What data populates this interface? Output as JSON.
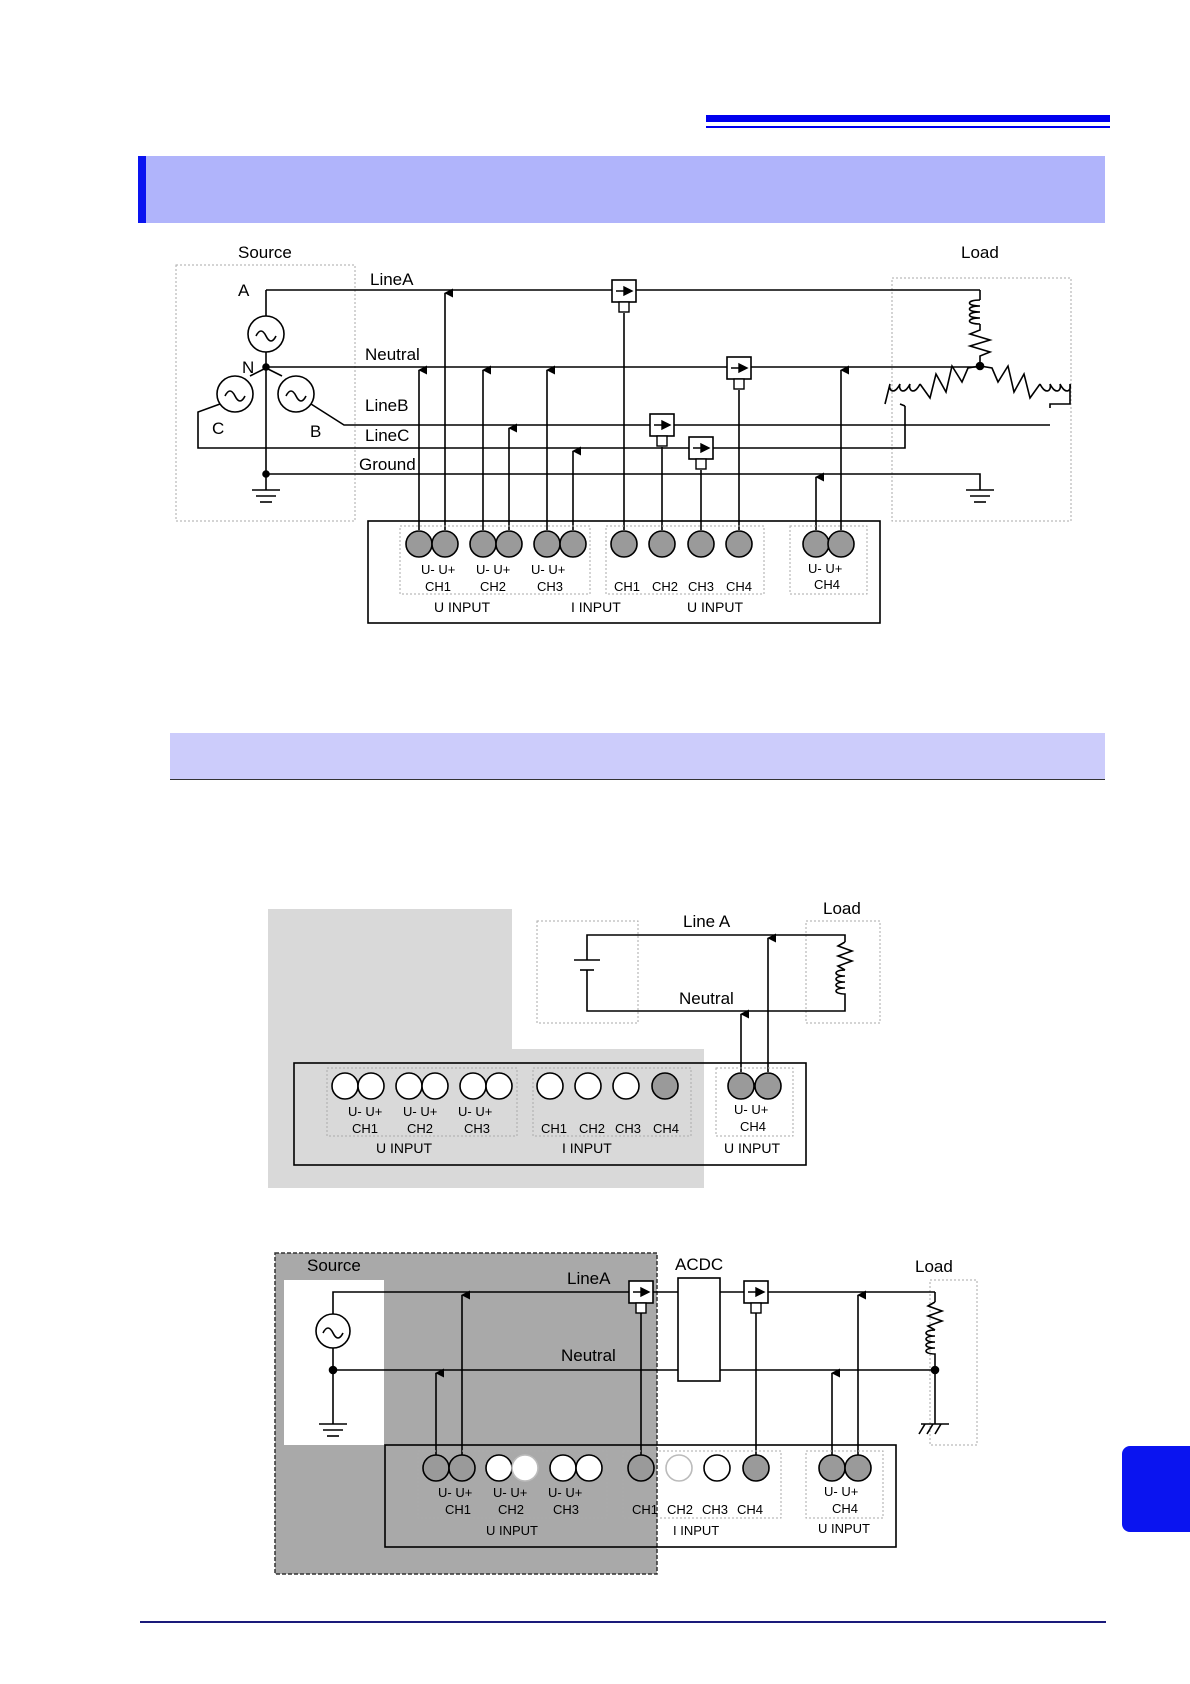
{
  "colors": {
    "accent": "#0000ee",
    "header_band": "#b0b4fb",
    "section_band": "#ccccfb",
    "side_tab": "#0a14f0",
    "terminal_gray": "#9a9a9a",
    "shade_light": "#d9d9d9",
    "shade_dark": "#a9a9a9"
  },
  "diagram1": {
    "source": "Source",
    "load": "Load",
    "phase_a": "A",
    "neutral_point": "N",
    "phase_c": "C",
    "phase_b": "B",
    "line_a": "LineA",
    "neutral": "Neutral",
    "line_b": "LineB",
    "line_c": "LineC",
    "ground": "Ground",
    "term": "U- U+",
    "ch1": "CH1",
    "ch2": "CH2",
    "ch3": "CH3",
    "ch4": "CH4",
    "u_input": "U INPUT",
    "i_input": "I INPUT"
  },
  "diagram2": {
    "line_a": "Line A",
    "load": "Load",
    "neutral": "Neutral",
    "term": "U- U+",
    "ch1": "CH1",
    "ch2": "CH2",
    "ch3": "CH3",
    "ch4": "CH4",
    "u_input": "U INPUT",
    "i_input": "I INPUT"
  },
  "diagram3": {
    "source": "Source",
    "line_a": "LineA",
    "acdc": "ACDC",
    "load": "Load",
    "neutral": "Neutral",
    "term": "U- U+",
    "ch1": "CH1",
    "ch2": "CH2",
    "ch3": "CH3",
    "ch4": "CH4",
    "u_input": "U INPUT",
    "i_input": "I INPUT"
  }
}
